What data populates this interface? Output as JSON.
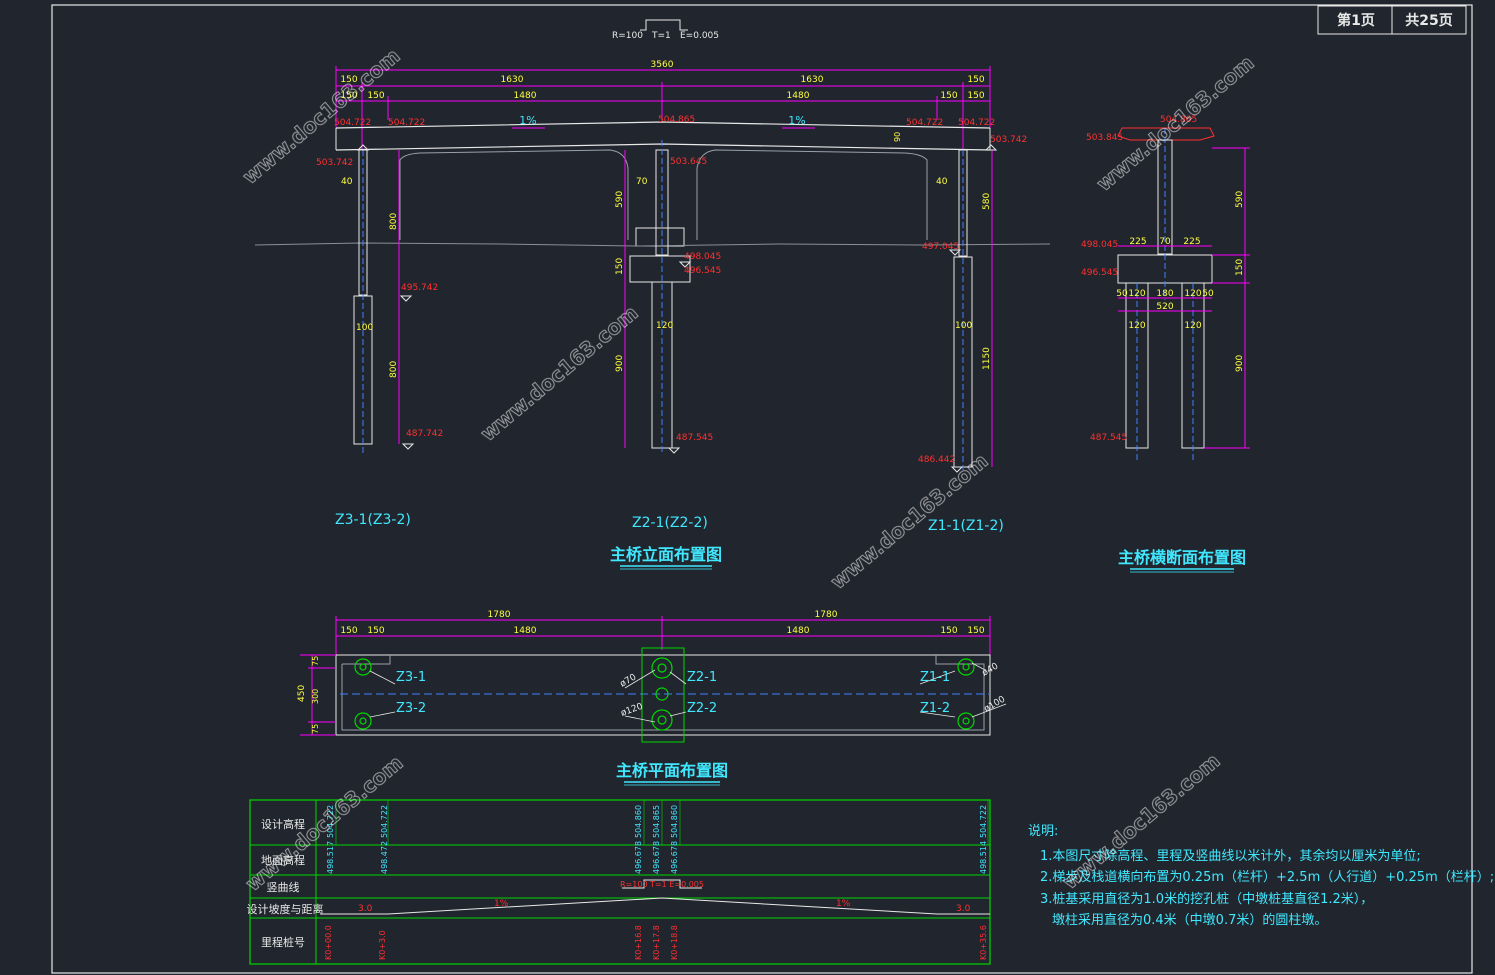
{
  "page": {
    "current": "第1页",
    "total": "共25页"
  },
  "curve_note": {
    "r": "R=100",
    "t": "T=1",
    "e": "E=0.005"
  },
  "elevation": {
    "dims_top": [
      "150",
      "1630",
      "3560",
      "1630",
      "150"
    ],
    "dims_second": [
      "150",
      "150",
      "1480",
      "1480",
      "150",
      "150"
    ],
    "grade_left": "1%",
    "grade_right": "1%",
    "elev_labels": [
      "504.722",
      "504.722",
      "504.865",
      "504.722",
      "504.722",
      "503.742",
      "503.742",
      "503.645",
      "498.045",
      "496.545",
      "487.545",
      "495.742",
      "487.742",
      "497.045",
      "486.442"
    ],
    "pier_dims": [
      "40",
      "800",
      "100",
      "800",
      "70",
      "590",
      "150",
      "120",
      "900",
      "40",
      "580",
      "100",
      "1150",
      "90"
    ],
    "pier_names": [
      "Z3-1(Z3-2)",
      "Z2-1(Z2-2)",
      "Z1-1(Z1-2)"
    ],
    "title": "主桥立面布置图"
  },
  "cross_section": {
    "elev_labels": [
      "503.845",
      "504.865",
      "498.045",
      "496.545",
      "487.545"
    ],
    "dims": [
      "225",
      "70",
      "225",
      "50",
      "120",
      "180",
      "120",
      "50",
      "520",
      "120",
      "120",
      "590",
      "150",
      "900"
    ],
    "title": "主桥横断面布置图"
  },
  "plan": {
    "dims_top": [
      "1780",
      "1780"
    ],
    "dims_second": [
      "150",
      "150",
      "1480",
      "1480",
      "150",
      "150"
    ],
    "side_dims": [
      "450",
      "75",
      "300",
      "75"
    ],
    "piles": [
      "Z3-1",
      "Z3-2",
      "Z2-1",
      "Z2-2",
      "Z1-1",
      "Z1-2"
    ],
    "diameters": [
      "ø70",
      "ø120",
      "ø40",
      "ø100"
    ],
    "title": "主桥平面布置图"
  },
  "profile_table": {
    "rows": [
      "设计高程",
      "地面高程",
      "竖曲线",
      "设计坡度与距离",
      "里程桩号"
    ],
    "design_elev": [
      "504.722",
      "504.722",
      "504.860",
      "504.865",
      "504.860",
      "504.722"
    ],
    "ground_elev": [
      "498.517",
      "498.472",
      "496.678",
      "496.678",
      "496.678",
      "498.514"
    ],
    "curve": "R=100  T=1  E=0.005",
    "slopes": [
      "3.0",
      "1%",
      "1%",
      "3.0"
    ],
    "stations": [
      "K0+00.0",
      "K0+3.0",
      "K0+16.8",
      "K0+17.8",
      "K0+18.8",
      "K0+35.6"
    ]
  },
  "notes": {
    "heading": "说明:",
    "lines": [
      "1.本图尺寸除高程、里程及竖曲线以米计外，其余均以厘米为单位;",
      "2.梯步及栈道横向布置为0.25m（栏杆）+2.5m（人行道）+0.25m（栏杆）;",
      "3.桩基采用直径为1.0米的挖孔桩（中墩桩基直径1.2米），",
      "墩柱采用直径为0.4米（中墩0.7米）的圆柱墩。"
    ]
  },
  "watermark": "www.doc163.com",
  "colors": {
    "bg": "#21252d",
    "white": "#e8e8e8",
    "magenta": "#ff00ff",
    "red": "#ff3030",
    "yellow": "#ffff40",
    "cyan": "#40e8ff",
    "green": "#00d800"
  }
}
